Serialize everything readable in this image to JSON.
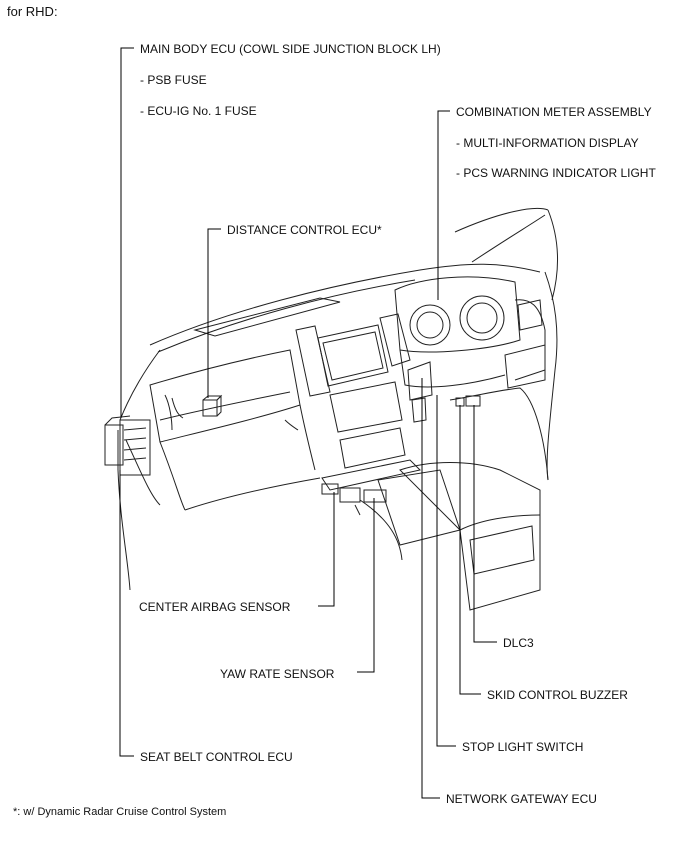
{
  "header": {
    "title": "for RHD:"
  },
  "labels": {
    "main_body_ecu": "MAIN BODY ECU (COWL SIDE JUNCTION BLOCK LH)",
    "psb_fuse": "- PSB FUSE",
    "ecu_ig_fuse": "- ECU-IG No. 1 FUSE",
    "combination_meter": "COMBINATION METER ASSEMBLY",
    "multi_info_display": "- MULTI-INFORMATION DISPLAY",
    "pcs_warning_light": "- PCS WARNING INDICATOR LIGHT",
    "distance_control_ecu": "DISTANCE CONTROL ECU*",
    "center_airbag_sensor": "CENTER AIRBAG SENSOR",
    "dlc3": "DLC3",
    "yaw_rate_sensor": "YAW RATE SENSOR",
    "skid_control_buzzer": "SKID CONTROL BUZZER",
    "stop_light_switch": "STOP LIGHT SWITCH",
    "seat_belt_control_ecu": "SEAT BELT CONTROL ECU",
    "network_gateway_ecu": "NETWORK GATEWAY ECU"
  },
  "footnote": "*: w/ Dynamic Radar Cruise Control System"
}
